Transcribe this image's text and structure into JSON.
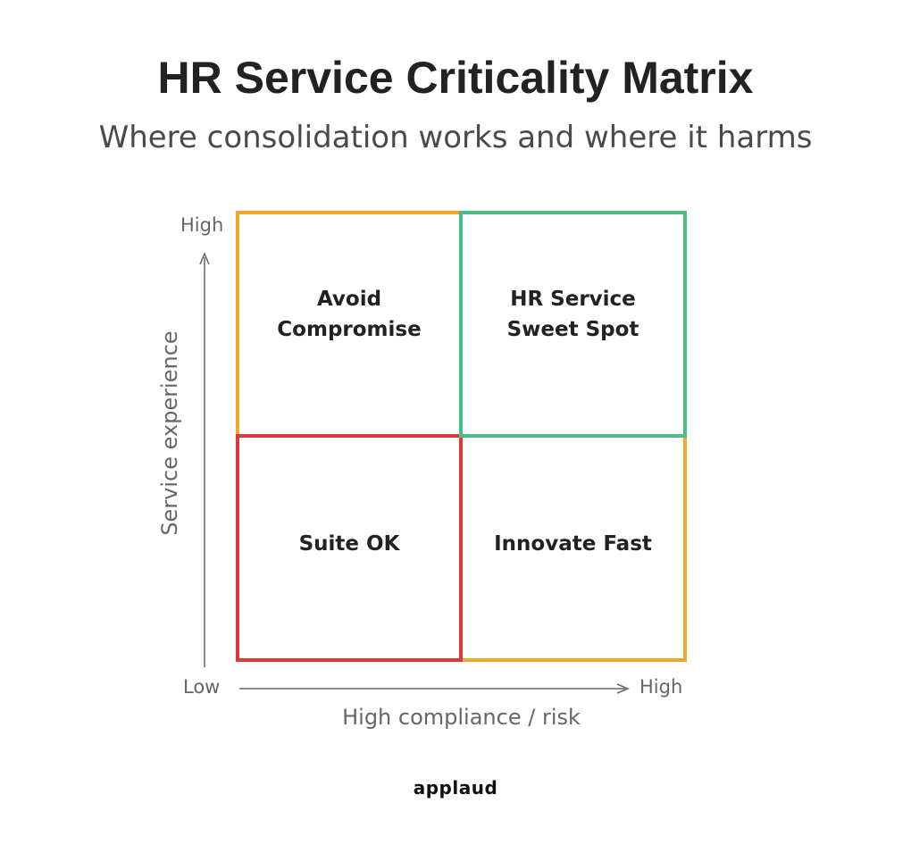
{
  "title": "HR Service Criticality Matrix",
  "subtitle": "Where consolidation works and where it harms",
  "matrix": {
    "quadrants": {
      "top_left": {
        "label": "Avoid\nCompromise",
        "color": "#F2A62B"
      },
      "top_right": {
        "label": "HR Service\nSweet Spot",
        "color": "#4DBD88"
      },
      "bottom_left": {
        "label": "Suite OK",
        "color": "#D93A3A"
      },
      "bottom_right": {
        "label": "Innovate Fast",
        "color": "#F2A62B"
      }
    },
    "y_axis": {
      "title": "Service experience",
      "high": "High"
    },
    "x_axis": {
      "title": "High compliance / risk",
      "low": "Low",
      "high": "High"
    }
  },
  "brand": "applaud",
  "colors": {
    "axis": "#666666",
    "text": "#222222"
  }
}
